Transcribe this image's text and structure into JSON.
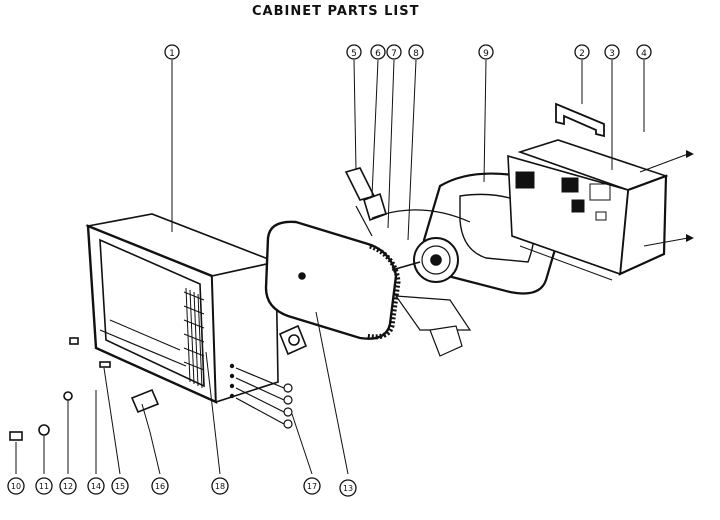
{
  "title": "CABINET PARTS LIST",
  "callouts": [
    {
      "id": "c1",
      "label": "1"
    },
    {
      "id": "c2",
      "label": "2"
    },
    {
      "id": "c3",
      "label": "3"
    },
    {
      "id": "c4",
      "label": "4"
    },
    {
      "id": "c5",
      "label": "5"
    },
    {
      "id": "c6",
      "label": "6"
    },
    {
      "id": "c7",
      "label": "7"
    },
    {
      "id": "c8",
      "label": "8"
    },
    {
      "id": "c9",
      "label": "9"
    },
    {
      "id": "c10",
      "label": "10"
    },
    {
      "id": "c11",
      "label": "11"
    },
    {
      "id": "c12",
      "label": "12"
    },
    {
      "id": "c13",
      "label": "13"
    },
    {
      "id": "c14",
      "label": "14"
    },
    {
      "id": "c15",
      "label": "15"
    },
    {
      "id": "c16",
      "label": "16"
    },
    {
      "id": "c17",
      "label": "17"
    },
    {
      "id": "c18",
      "label": "18"
    }
  ]
}
